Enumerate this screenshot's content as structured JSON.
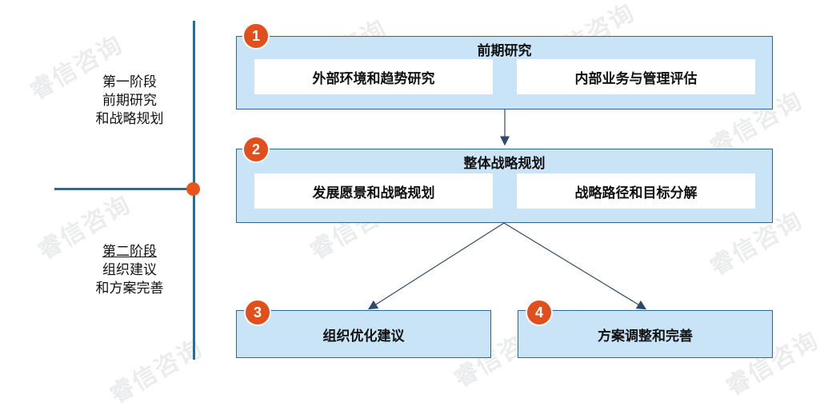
{
  "phases": {
    "phase1": {
      "line1": "第一阶段",
      "line2": "前期研究",
      "line3": "和战略规划"
    },
    "phase2": {
      "line1": "第二阶段",
      "line2": "组织建议",
      "line3": "和方案完善"
    }
  },
  "steps": [
    {
      "badge": "1",
      "title": "前期研究",
      "items": [
        "外部环境和趋势研究",
        "内部业务与管理评估"
      ]
    },
    {
      "badge": "2",
      "title": "整体战略规划",
      "items": [
        "发展愿景和战略规划",
        "战略路径和目标分解"
      ]
    },
    {
      "badge": "3",
      "title": "组织优化建议"
    },
    {
      "badge": "4",
      "title": "方案调整和完善"
    }
  ],
  "watermark": "睿信咨询",
  "colors": {
    "box_fill": "#c9e4f7",
    "box_border": "#2e6797",
    "badge": "#e1501c",
    "timeline": "#1f6fa5"
  }
}
